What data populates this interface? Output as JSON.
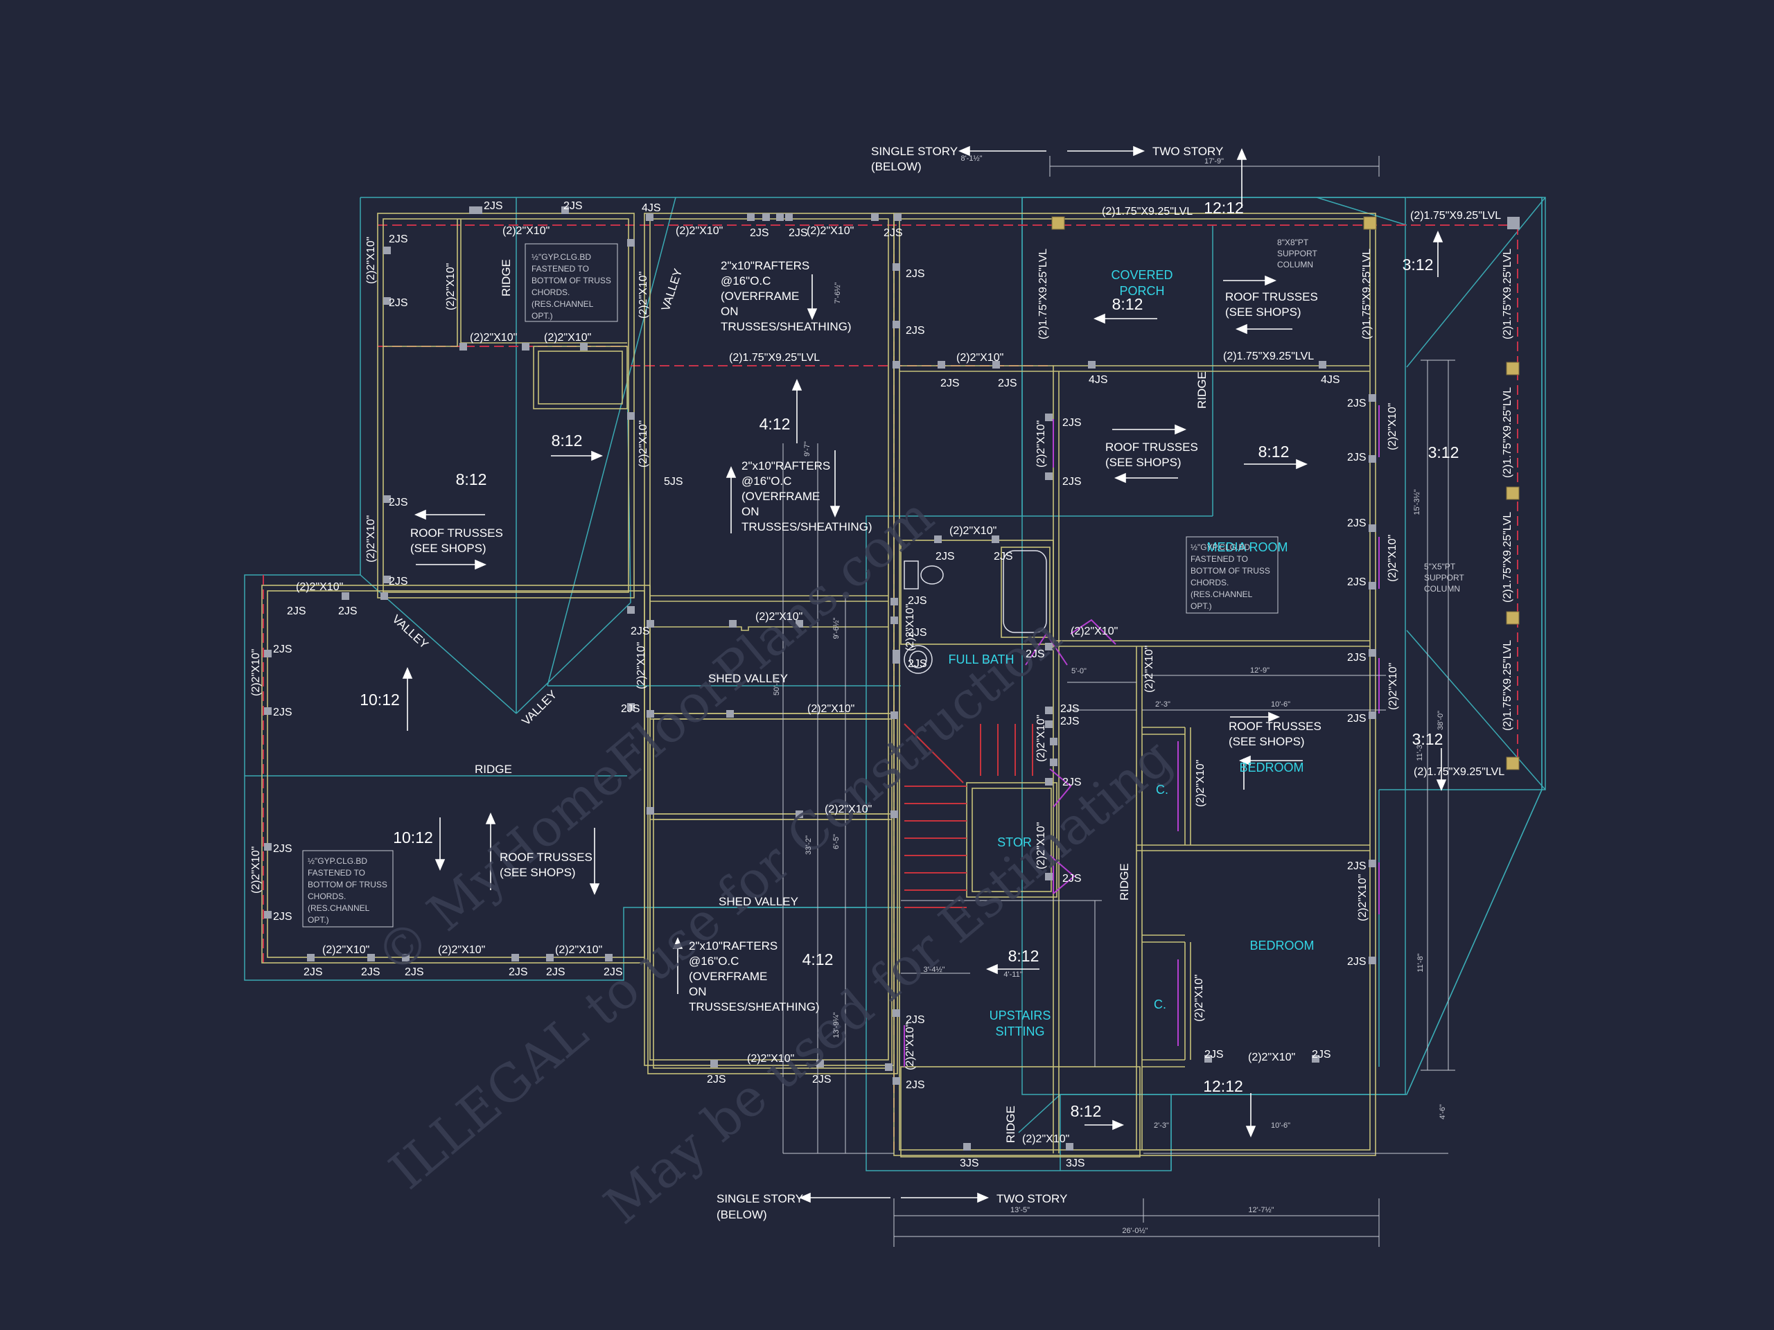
{
  "colors": {
    "background": "#222639",
    "wall": "#c8c27a",
    "roof": "#3aa9b3",
    "beam": "#c8334a",
    "text": "#ffffff",
    "room": "#34d6e6",
    "stair": "#c8333d",
    "door": "#b43fd0",
    "dim": "#c7c9d2",
    "watermark": "#3a3f55"
  },
  "watermark": {
    "line1": "© MyHomeFloorPlans.com",
    "line2": "ILLEGAL to use for Construction",
    "line3": "May be used for Estimating"
  },
  "story_labels": {
    "top_single": "SINGLE STORY",
    "top_below": "(BELOW)",
    "top_two": "TWO STORY",
    "bottom_single": "SINGLE STORY",
    "bottom_below": "(BELOW)",
    "bottom_two": "TWO STORY"
  },
  "rooms": {
    "covered_porch_1": "COVERED",
    "covered_porch_2": "PORCH",
    "media_room": "MEDIA ROOM",
    "full_bath": "FULL BATH",
    "bedroom_1": "BEDROOM",
    "bedroom_2": "BEDROOM",
    "stor": "STOR",
    "upstairs_1": "UPSTAIRS",
    "upstairs_2": "SITTING",
    "closet_1": "C.",
    "closet_2": "C."
  },
  "pitches": {
    "p_12_12_top": "12:12",
    "p_12_12_bot": "12:12",
    "p_8_12_porch": "8:12",
    "p_8_12_media": "8:12",
    "p_8_12_upleft": "8:12",
    "p_8_12_left": "8:12",
    "p_8_12_sitting": "8:12",
    "p_8_12_bottom": "8:12",
    "p_4_12_center": "4:12",
    "p_4_12_bottom": "4:12",
    "p_10_12_upper": "10:12",
    "p_10_12_lower": "10:12",
    "p_3_12_a": "3:12",
    "p_3_12_b": "3:12",
    "p_3_12_c": "3:12"
  },
  "notes": {
    "roof_trusses": "ROOF TRUSSES",
    "see_shops": "(SEE SHOPS)",
    "rafters_1": "2\"x10\"RAFTERS",
    "rafters_2": "@16\"O.C",
    "rafters_3": "(OVERFRAME",
    "rafters_4": "ON",
    "rafters_5": "TRUSSES/SHEATHING)",
    "gyp_1": "½\"GYP.CLG.BD",
    "gyp_2": "FASTENED TO",
    "gyp_3": "BOTTOM OF TRUSS",
    "gyp_4": "CHORDS.",
    "gyp_5": "(RES.CHANNEL",
    "gyp_6": "OPT.)",
    "column_1": "8\"X8\"PT",
    "column_1b": "5\"X5\"PT",
    "column_2": "SUPPORT",
    "column_3": "COLUMN",
    "ridge": "RIDGE",
    "valley": "VALLEY",
    "shed_valley": "SHED VALLEY"
  },
  "lumber": {
    "lvl": "(2)1.75\"X9.25\"LVL",
    "h2x10": "(2)2\"X10\"",
    "js2": "2JS",
    "js3": "3JS",
    "js4": "4JS",
    "js5": "5JS"
  },
  "dims": {
    "d_8_1": "8'-1½\"",
    "d_17_9": "17'-9\"",
    "d_13_5": "13'-5\"",
    "d_12_7": "12'-7½\"",
    "d_26_0": "26'-0½\"",
    "d_10_6": "10'-6\"",
    "d_12_9": "12'-9\"",
    "d_11_8": "11'-8\"",
    "d_15_3": "15'-3½\"",
    "d_38_0": "38'-0\"",
    "d_11_3": "11'-3\"",
    "d_4_6": "4'-6\"",
    "d_5_0": "5'-0\"",
    "d_2_3": "2'-3\"",
    "d_9_7": "9'-7\"",
    "d_33_2": "33'-2\"",
    "d_50_7": "50'-7\"",
    "d_13_9": "13'-9¼\"",
    "d_6_5": "6'-5\"",
    "d_3_4": "3'-4½\"",
    "d_4_11": "4'-11\"",
    "d_7_6": "7'-6½\"",
    "d_9_6": "9'-6½\""
  }
}
